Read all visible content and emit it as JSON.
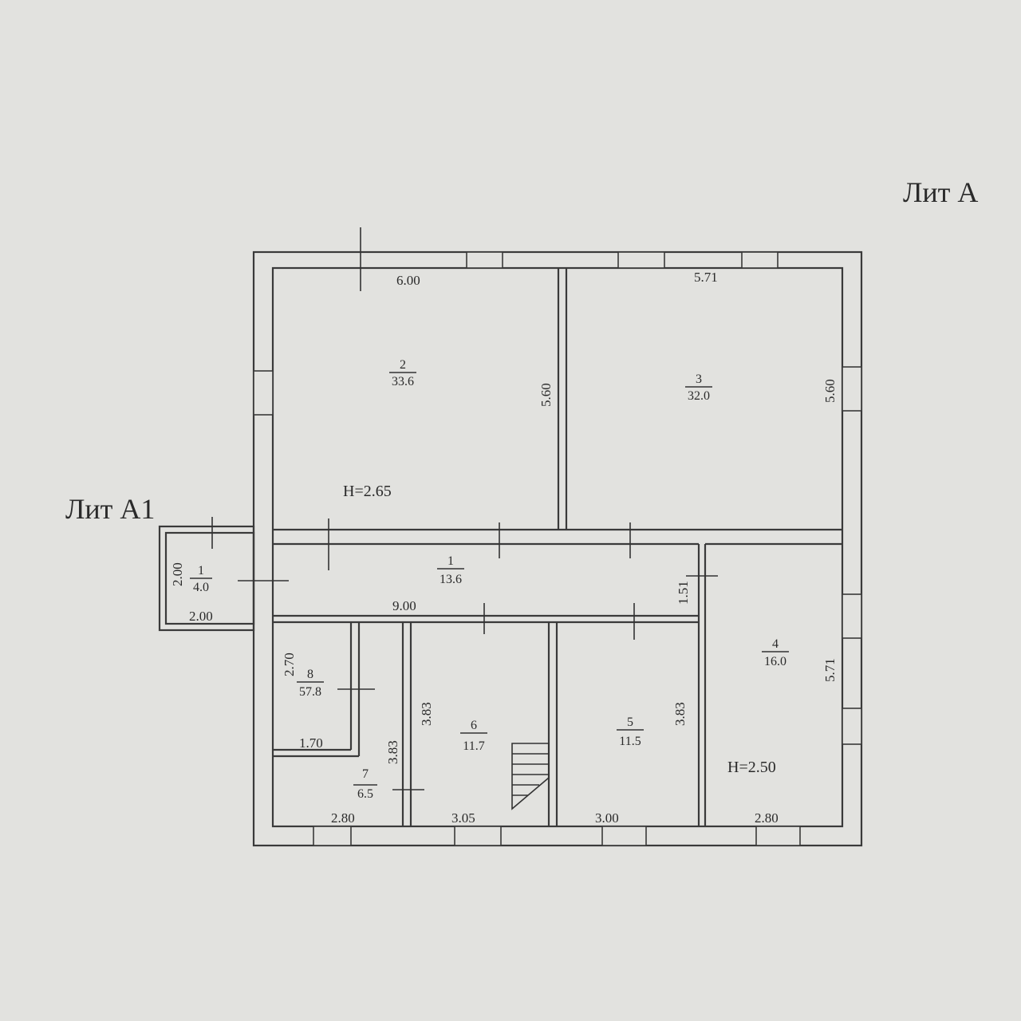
{
  "labels": {
    "lit_a": "Лит А",
    "lit_a1": "Лит А1"
  },
  "heights": {
    "main": "H=2.65",
    "room4": "H=2.50"
  },
  "rooms": [
    {
      "num": "2",
      "area": "33.6"
    },
    {
      "num": "3",
      "area": "32.0"
    },
    {
      "num": "1",
      "area": "13.6"
    },
    {
      "num": "4",
      "area": "16.0"
    },
    {
      "num": "8",
      "area": "57.8"
    },
    {
      "num": "7",
      "area": "6.5"
    },
    {
      "num": "6",
      "area": "11.7"
    },
    {
      "num": "5",
      "area": "11.5"
    },
    {
      "num": "1",
      "area": "4.0"
    }
  ],
  "dims": {
    "r2_w": "6.00",
    "r2_h": "5.60",
    "r3_w": "5.71",
    "r3_h": "5.60",
    "corr_w": "9.00",
    "corr_h": "1.51",
    "r4_h": "5.71",
    "r4_w": "2.80",
    "r8_h": "2.70",
    "r8_w": "1.70",
    "r7_w": "2.80",
    "r7_h": "3.83",
    "r6_h": "3.83",
    "r6_w": "3.05",
    "r5_h": "3.83",
    "r5_w": "3.00",
    "a1_h": "2.00",
    "a1_w": "2.00"
  }
}
